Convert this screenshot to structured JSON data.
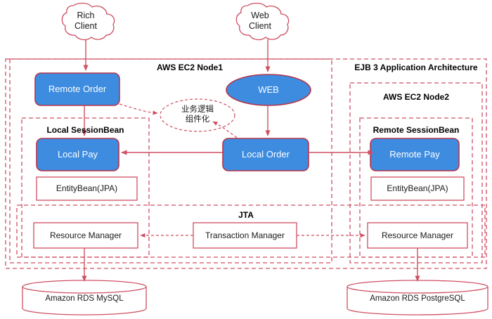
{
  "diagram": {
    "title": "EJB 3 Application Architecture",
    "colors": {
      "stroke": "#cf4f63",
      "bean_fill": "#3d8ce0",
      "bean_stroke": "#b5344c",
      "text_dark": "#1a1a1a",
      "text_white": "#ffffff",
      "background": "#ffffff"
    }
  },
  "clients": [
    {
      "id": "rich-client",
      "label": "Rich\nClient"
    },
    {
      "id": "web-client",
      "label": "Web\nClient"
    }
  ],
  "containers": [
    {
      "id": "ejb-architecture",
      "label": "EJB 3 Application Architecture"
    },
    {
      "id": "aws-ec2-node1",
      "label": "AWS EC2 Node1"
    },
    {
      "id": "aws-ec2-node2",
      "label": "AWS EC2 Node2"
    },
    {
      "id": "local-sessionbean",
      "label": "Local SessionBean"
    },
    {
      "id": "remote-sessionbean",
      "label": "Remote SessionBean"
    },
    {
      "id": "jta",
      "label": "JTA"
    }
  ],
  "beans": [
    {
      "id": "remote-order",
      "label": "Remote Order"
    },
    {
      "id": "local-pay",
      "label": "Local Pay"
    },
    {
      "id": "local-order",
      "label": "Local Order"
    },
    {
      "id": "remote-pay",
      "label": "Remote Pay"
    }
  ],
  "web_node": {
    "id": "web",
    "label": "WEB"
  },
  "entity_beans": [
    {
      "id": "entitybean-left",
      "label": "EntityBean(JPA)"
    },
    {
      "id": "entitybean-right",
      "label": "EntityBean(JPA)"
    }
  ],
  "managers": [
    {
      "id": "resource-manager-left",
      "label": "Resource Manager"
    },
    {
      "id": "transaction-manager",
      "label": "Transaction Manager"
    },
    {
      "id": "resource-manager-right",
      "label": "Resource Manager"
    }
  ],
  "databases": [
    {
      "id": "rds-mysql",
      "label": "Amazon RDS MySQL"
    },
    {
      "id": "rds-postgresql",
      "label": "Amazon RDS PostgreSQL"
    }
  ],
  "annotation": {
    "id": "business-logic-componentization",
    "label": "业务逻辑\n组件化"
  }
}
